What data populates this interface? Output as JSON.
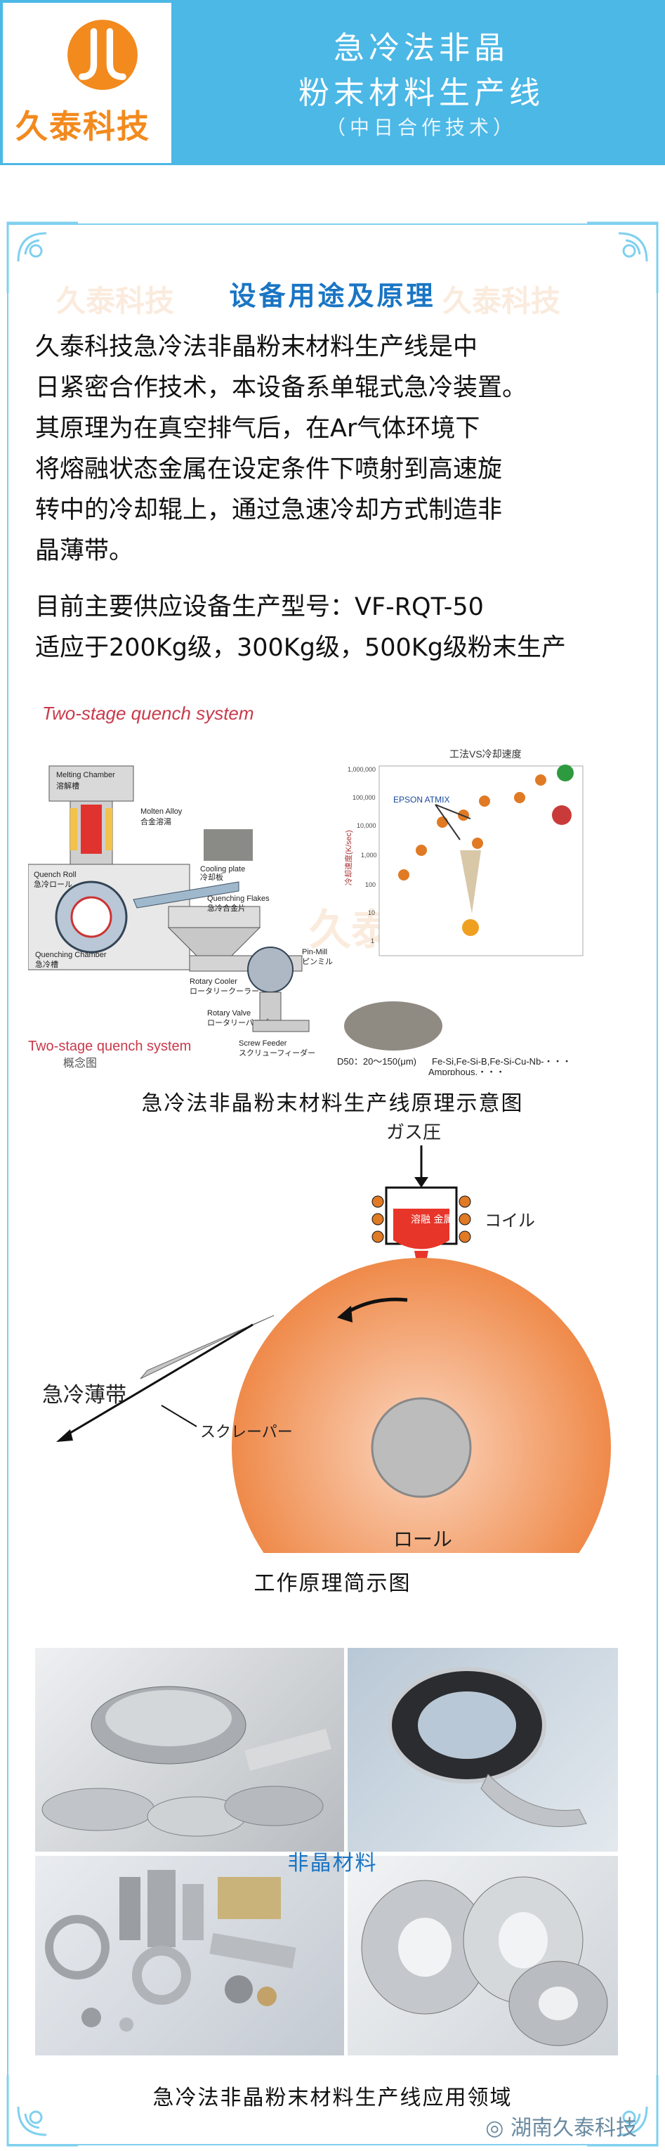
{
  "header": {
    "brand": "久泰科技",
    "title_line1": "急冷法非晶",
    "title_line2": "粉末材料生产线",
    "subtitle": "（中日合作技术）",
    "bg_color": "#4bb8e6",
    "brand_color": "#f28a1e"
  },
  "section": {
    "title": "设备用途及原理",
    "watermark": "久泰科技",
    "paragraph": [
      "    久泰科技急冷法非晶粉末材料生产线是中",
      "日紧密合作技术，本设备系单辊式急冷装置。",
      "  其原理为在真空排气后，在Ar气体环境下",
      "将熔融状态金属在设定条件下喷射到高速旋",
      "转中的冷却辊上，通过急速冷却方式制造非",
      "晶薄带。"
    ],
    "paragraph2": [
      "    目前主要供应设备生产型号：VF-RQT-50",
      "适应于200Kg级，300Kg级，500Kg级粉末生产"
    ]
  },
  "diagram1": {
    "heading": "Two-stage  quench  system",
    "labels": {
      "melting_chamber": "Melting Chamber",
      "melting_chamber_jp": "溶解槽",
      "molten_alloy": "Molten Alloy",
      "molten_alloy_jp": "合金溶湯",
      "quench_roll": "Quench Roll",
      "quench_roll_jp": "急冷ロール",
      "cooling_plate": "Cooling plate",
      "cooling_plate_jp": "冷却板",
      "quenching_flakes": "Quenching Flakes",
      "quenching_flakes_jp": "急冷合金片",
      "quenching_chamber": "Quenching Chamber",
      "quenching_chamber_jp": "急冷槽",
      "rotary_cooler": "Rotary Cooler",
      "rotary_cooler_jp": "ロータリークーラー",
      "pin_mill": "Pin-Mill",
      "pin_mill_jp": "ピンミル",
      "rotary_valve": "Rotary Valve",
      "rotary_valve_jp": "ロータリーバルブ",
      "screw_feeder": "Screw Feeder",
      "screw_feeder_jp": "スクリューフィーダー",
      "bottom_title": "Two-stage quench system",
      "concept": "概念图",
      "chart_title": "工法VS冷却速度",
      "epson": "EPSON ATMIX",
      "y_axis": "冷却速度(K/sec)",
      "y_ticks": [
        "1,000,000",
        "100,000",
        "10,000",
        "1,000",
        "100",
        "10",
        "1"
      ],
      "d50": "D50：20～150(μm)",
      "materials": "Fe-Si,Fe-Si-B,Fe-Si-Cu-Nb-・・・",
      "amorphous": "Amprphous,・・・"
    },
    "caption": "急冷法非晶粉末材料生产线原理示意图"
  },
  "diagram2": {
    "gas_pressure": "ガス圧",
    "melt": "溶融\n金属",
    "coil": "コイル",
    "ribbon": "急冷薄带",
    "scraper": "スクレーパー",
    "roll": "ロール",
    "caption": "工作原理简示图"
  },
  "photos": {
    "mid_label": "非晶材料",
    "caption": "急冷法非晶粉末材料生产线应用领域"
  },
  "footer": {
    "account": "湖南久泰科技"
  }
}
